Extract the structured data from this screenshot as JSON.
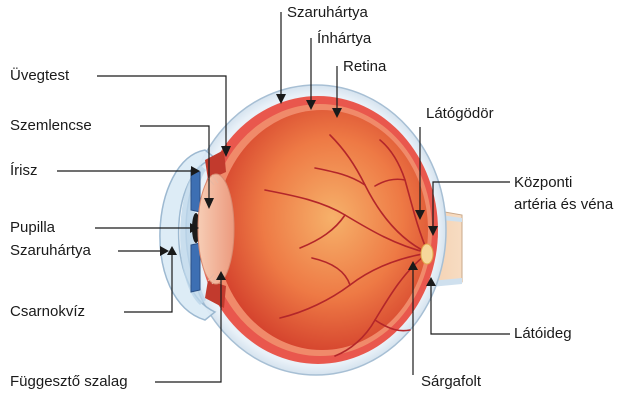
{
  "labels": {
    "uvegtest": "Üvegtest",
    "szemlencse": "Szemlencse",
    "irisz": "Írisz",
    "pupilla": "Pupilla",
    "szaruhartya_left": "Szaruhártya",
    "csarnokviz": "Csarnokvíz",
    "fuggeszto_szalag": "Függesztő szalag",
    "szaruhartya_top": "Szaruhártya",
    "inhartya": "Ínhártya",
    "retina": "Retina",
    "latogodor": "Látógödör",
    "kozponti_line1": "Központi",
    "kozponti_line2": "artéria és véna",
    "latoideg": "Látóideg",
    "sargafolt": "Sárgafolt"
  },
  "colors": {
    "sclera_outer": "#cfe0ee",
    "sclera_inner": "#a9c6de",
    "choroid": "#e8504a",
    "vitreous_center": "#f29a5a",
    "vitreous_edge": "#d9452f",
    "vessel": "#b3262a",
    "iris": "#3d6fb3",
    "lens": "#f3b79c",
    "leader_line": "#1a1a1a"
  }
}
